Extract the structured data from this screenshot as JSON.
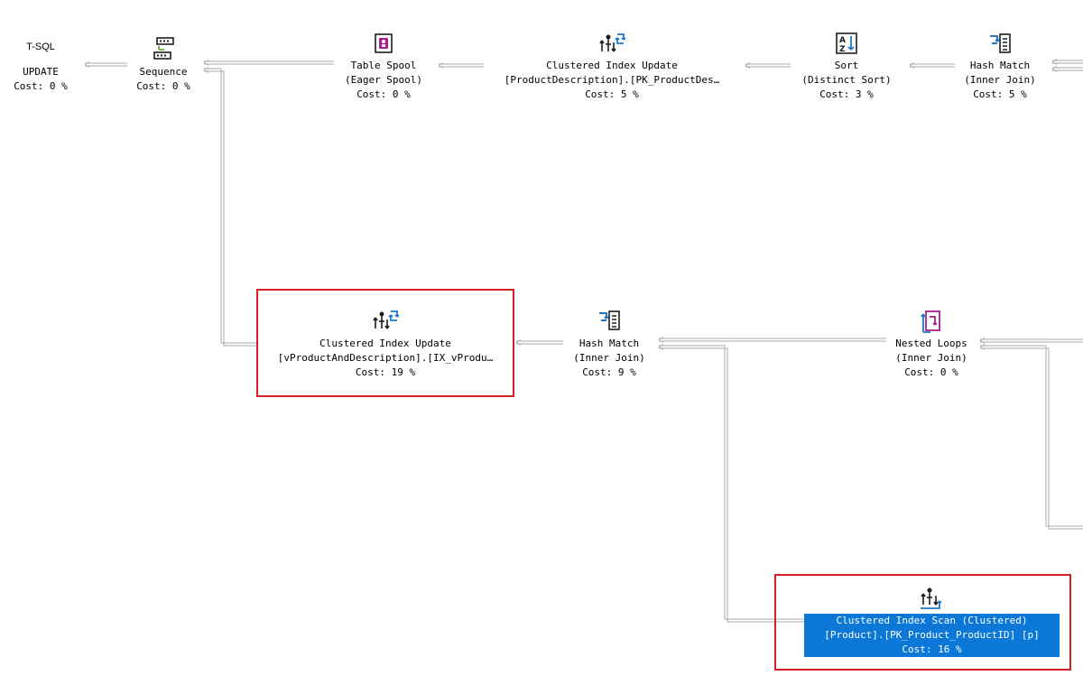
{
  "nodes": {
    "tsql": {
      "title": "T-SQL",
      "line1": "UPDATE",
      "cost": "Cost: 0 %"
    },
    "sequence": {
      "line1": "Sequence",
      "cost": "Cost: 0 %",
      "icon": "sequence-icon"
    },
    "table_spool": {
      "line1": "Table Spool",
      "line2": "(Eager Spool)",
      "cost": "Cost: 0 %",
      "icon": "table-spool-icon"
    },
    "ci_update_top": {
      "line1": "Clustered Index Update",
      "line2": "[ProductDescription].[PK_ProductDes…",
      "cost": "Cost: 5 %",
      "icon": "clustered-index-update-icon"
    },
    "sort": {
      "line1": "Sort",
      "line2": "(Distinct Sort)",
      "cost": "Cost: 3 %",
      "icon": "sort-icon"
    },
    "hash_match_top": {
      "line1": "Hash Match",
      "line2": "(Inner Join)",
      "cost": "Cost: 5 %",
      "icon": "hash-match-icon"
    },
    "ci_update_mid": {
      "line1": "Clustered Index Update",
      "line2": "[vProductAndDescription].[IX_vProdu…",
      "cost": "Cost: 19 %",
      "icon": "clustered-index-update-icon"
    },
    "hash_match_mid": {
      "line1": "Hash Match",
      "line2": "(Inner Join)",
      "cost": "Cost: 9 %",
      "icon": "hash-match-icon"
    },
    "nested_loops": {
      "line1": "Nested Loops",
      "line2": "(Inner Join)",
      "cost": "Cost: 0 %",
      "icon": "nested-loops-icon"
    },
    "ci_scan": {
      "line1": "Clustered Index Scan (Clustered)",
      "line2": "[Product].[PK_Product_ProductID] [p]",
      "cost": "Cost: 16 %",
      "icon": "clustered-index-scan-icon"
    }
  },
  "colors": {
    "highlight": "#d42025",
    "selection": "#0b78d7",
    "edge": "#a7a7a7",
    "icon_dark": "#1e1e1e",
    "icon_blue": "#1f79c9",
    "icon_pink": "#a3218e"
  }
}
